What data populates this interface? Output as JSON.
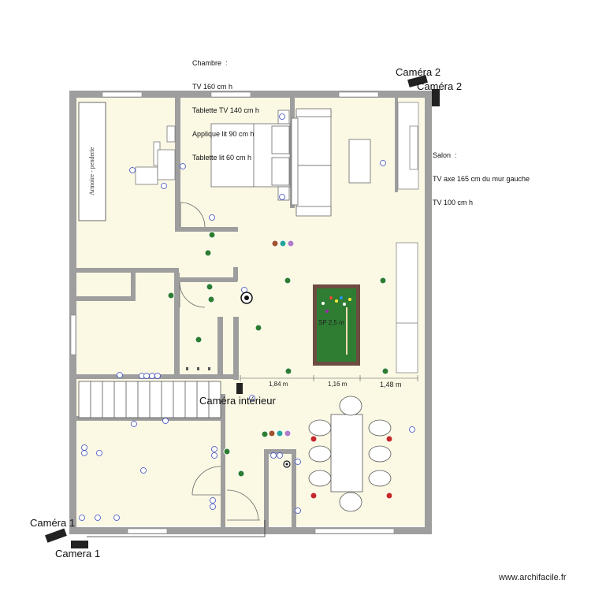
{
  "notes": {
    "chambre": [
      "Chambre  :",
      "TV 160 cm h",
      "Tablette TV 140 cm h",
      "Applique lit 90 cm h",
      "Tablette lit 60 cm h"
    ],
    "salon": [
      "Salon  :",
      "TV axe 165 cm du mur gauche",
      "TV 100 cm h"
    ]
  },
  "cameras": {
    "cam2_a": "Caméra 2",
    "cam2_b": "Caméra 2",
    "interieur": "Caméra intérieur",
    "cam1_a": "Caméra 1",
    "cam1_b": "Camera 1"
  },
  "labels": {
    "armoire": "Armoire - penderie",
    "billiard": "SP 2,5 m"
  },
  "dimensions": [
    "1,84 m",
    "1,16 m",
    "1,48 m"
  ],
  "footer": "www.archifacile.fr",
  "colors": {
    "wall": "#9e9e9e",
    "floor": "#fbf8e4",
    "billiard_felt": "#2e7d32",
    "billiard_frame": "#6d4c41"
  }
}
